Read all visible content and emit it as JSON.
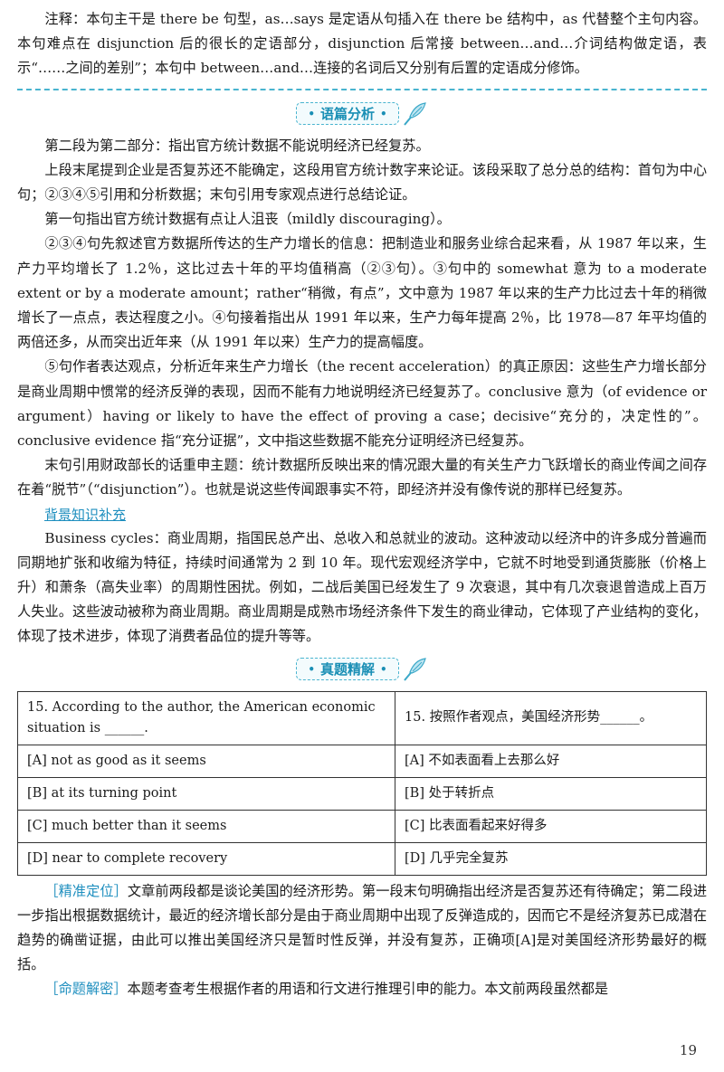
{
  "note": {
    "text": "注释：本句主干是 there be 句型，as…says 是定语从句插入在 there be 结构中，as 代替整个主句内容。本句难点在 disjunction 后的很长的定语部分，disjunction 后常接 between…and…介词结构做定语，表示“……之间的差别”；本句中 between…and…连接的名词后又分别有后置的定语成分修饰。"
  },
  "section1": {
    "title": "语篇分析",
    "paragraphs": [
      "第二段为第二部分：指出官方统计数据不能说明经济已经复苏。",
      "上段末尾提到企业是否复苏还不能确定，这段用官方统计数字来论证。该段采取了总分总的结构：首句为中心句；②③④⑤引用和分析数据；末句引用专家观点进行总结论证。",
      "第一句指出官方统计数据有点让人沮丧（mildly discouraging）。",
      "②③④句先叙述官方数据所传达的生产力增长的信息：把制造业和服务业综合起来看，从 1987 年以来，生产力平均增长了 1.2％，这比过去十年的平均值稍高（②③句）。③句中的 somewhat 意为 to a moderate extent or by a moderate amount；rather“稍微，有点”，文中意为 1987 年以来的生产力比过去十年的稍微增长了一点点，表达程度之小。④句接着指出从 1991 年以来，生产力每年提高 2％，比 1978—87 年平均值的两倍还多，从而突出近年来（从 1991 年以来）生产力的提高幅度。",
      "⑤句作者表达观点，分析近年来生产力增长（the recent acceleration）的真正原因：这些生产力增长部分是商业周期中惯常的经济反弹的表现，因而不能有力地说明经济已经复苏了。conclusive 意为（of evidence or argument）having or likely to have the effect of proving a case；decisive“充分的，决定性的”。conclusive evidence 指“充分证据”，文中指这些数据不能充分证明经济已经复苏。",
      "末句引用财政部长的话重申主题：统计数据所反映出来的情况跟大量的有关生产力飞跃增长的商业传闻之间存在着“脱节”（“disjunction”）。也就是说这些传闻跟事实不符，即经济并没有像传说的那样已经复苏。"
    ],
    "background_title": "背景知识补充",
    "background_text": "Business cycles：商业周期，指国民总产出、总收入和总就业的波动。这种波动以经济中的许多成分普遍而同期地扩张和收缩为特征，持续时间通常为 2 到 10 年。现代宏观经济学中，它就不时地受到通货膨胀（价格上升）和萧条（高失业率）的周期性困扰。例如，二战后美国已经发生了 9 次衰退，其中有几次衰退曾造成上百万人失业。这些波动被称为商业周期。商业周期是成熟市场经济条件下发生的商业律动，它体现了产业结构的变化，体现了技术进步，体现了消费者品位的提升等等。"
  },
  "section2": {
    "title": "真题精解",
    "table": {
      "question_en": "15. According to the author, the American economic situation is ______.",
      "question_zh": "15. 按照作者观点，美国经济形势______。",
      "options": [
        {
          "en": "[A] not as good as it seems",
          "zh": "[A] 不如表面看上去那么好"
        },
        {
          "en": "[B] at its turning point",
          "zh": "[B] 处于转折点"
        },
        {
          "en": "[C] much better than it seems",
          "zh": "[C] 比表面看起来好得多"
        },
        {
          "en": "[D] near to complete recovery",
          "zh": "[D] 几乎完全复苏"
        }
      ]
    },
    "analysis": [
      {
        "tag": "［精准定位］",
        "text": "文章前两段都是谈论美国的经济形势。第一段末句明确指出经济是否复苏还有待确定；第二段进一步指出根据数据统计，最近的经济增长部分是由于商业周期中出现了反弹造成的，因而它不是经济复苏已成潜在趋势的确凿证据，由此可以推出美国经济只是暂时性反弹，并没有复苏，正确项[A]是对美国经济形势最好的概括。"
      },
      {
        "tag": "［命题解密］",
        "text": "本题考查考生根据作者的用语和行文进行推理引申的能力。本文前两段虽然都是"
      }
    ]
  },
  "page_number": "19",
  "colors": {
    "accent": "#1f8fbf",
    "dash": "#49b4cf"
  }
}
